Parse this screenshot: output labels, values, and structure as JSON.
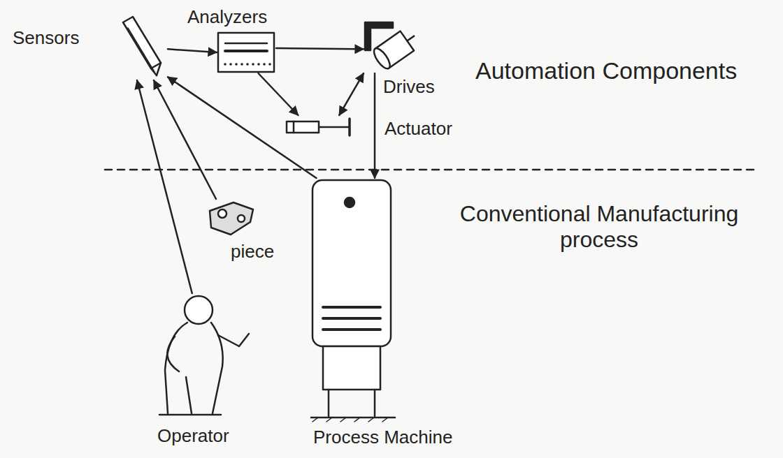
{
  "diagram": {
    "nodes": [
      {
        "text": [
          "Sensors"
        ]
      },
      {
        "text": [
          "Analyzers"
        ]
      },
      {
        "text": [
          "Drives"
        ]
      },
      {
        "text": [
          "Actuator"
        ]
      },
      {
        "text": [
          "piece"
        ]
      },
      {
        "text": [
          "Operator"
        ]
      },
      {
        "text": [
          "Process Machine"
        ]
      }
    ],
    "edges": [
      {
        "from": 0,
        "to": 1,
        "arrow": "to"
      },
      {
        "from": 1,
        "to": 2,
        "arrow": "to"
      },
      {
        "from": 1,
        "to": 3,
        "arrow": "to"
      },
      {
        "from": 3,
        "to": 2,
        "arrow": "both"
      },
      {
        "from": 2,
        "to": 6,
        "arrow": "to"
      },
      {
        "from": 4,
        "to": 0,
        "arrow": "to"
      },
      {
        "from": 5,
        "to": 0,
        "arrow": "to"
      },
      {
        "from": 6,
        "to": 0,
        "arrow": "to"
      }
    ],
    "labels": [
      "Automation Components",
      "Conventional Manufacturing process"
    ]
  }
}
